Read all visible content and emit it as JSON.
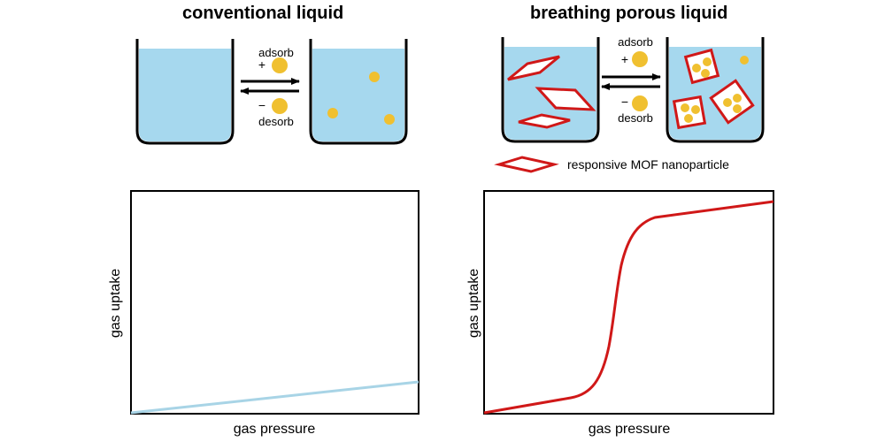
{
  "panels": {
    "left": {
      "title": "conventional liquid",
      "adsorb_label": "adsorb",
      "desorb_label": "desorb",
      "plus_sign": "+",
      "minus_sign": "−",
      "xlabel": "gas pressure",
      "ylabel": "gas uptake",
      "curve_color": "#a8d4e6"
    },
    "right": {
      "title": "breathing porous liquid",
      "adsorb_label": "adsorb",
      "desorb_label": "desorb",
      "plus_sign": "+",
      "minus_sign": "−",
      "xlabel": "gas pressure",
      "ylabel": "gas uptake",
      "legend_label": "responsive MOF nanoparticle",
      "curve_color": "#d01818"
    }
  },
  "colors": {
    "liquid": "#a6d8ee",
    "gas_molecule": "#f0c030",
    "mof_outline": "#d01818",
    "mof_fill": "#ffffff",
    "outline": "#000000"
  },
  "icons": [
    "beaker-icon",
    "gas-molecule-icon",
    "mof-nanoparticle-icon",
    "arrow-right-icon",
    "arrow-left-icon"
  ]
}
